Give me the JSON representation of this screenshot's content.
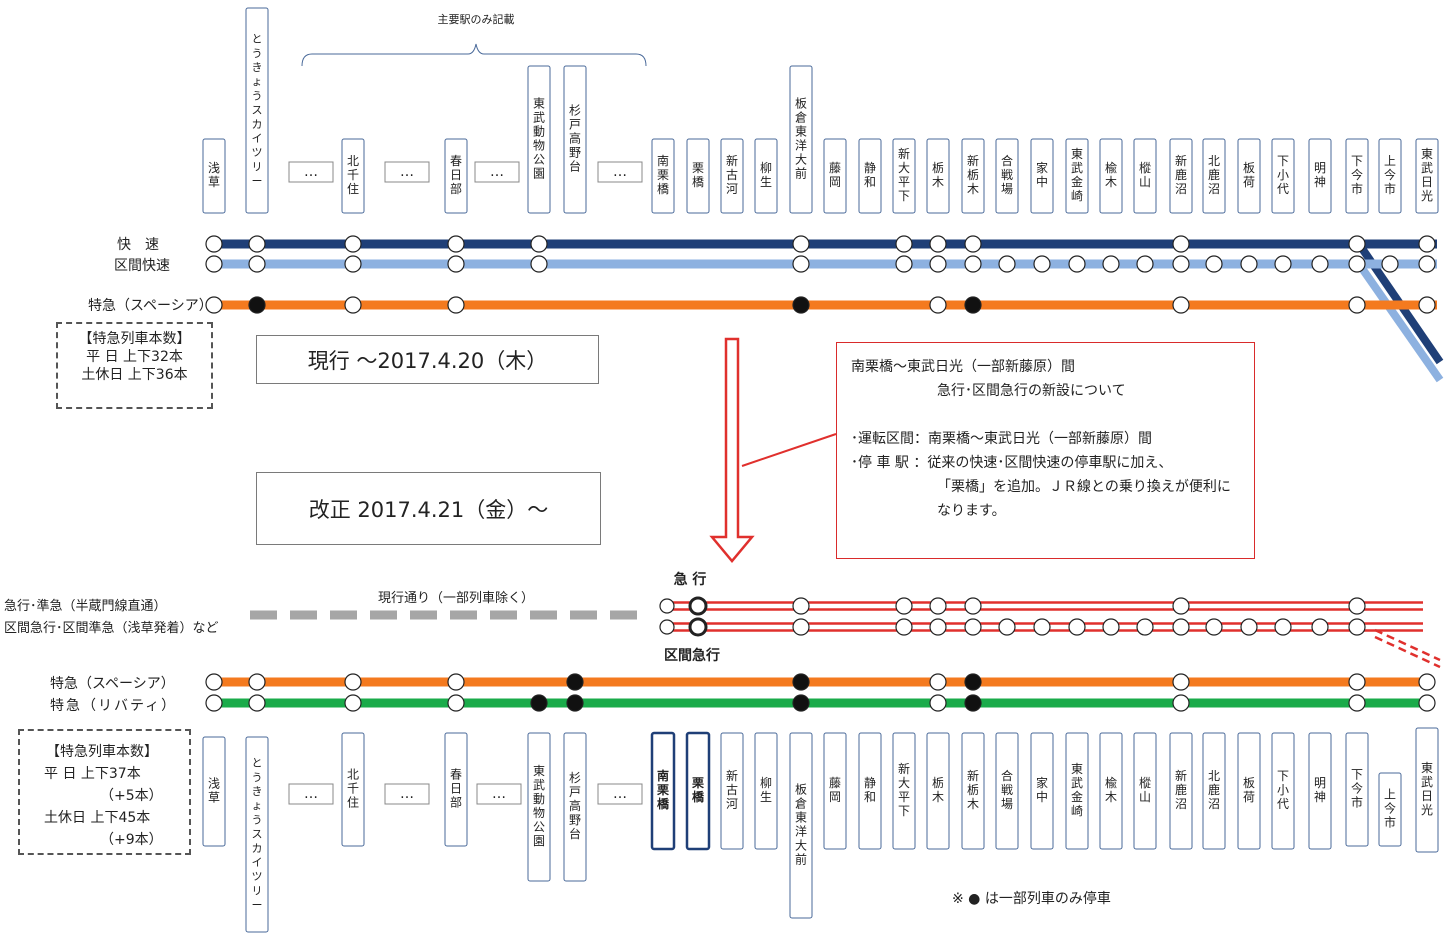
{
  "header": {
    "major_only_label": "主要駅のみ記載"
  },
  "current": {
    "period_label": "現行 ～2017.4.20（木）",
    "stations": [
      "浅草",
      "とうきょうスカイツリー",
      "…",
      "北千住",
      "…",
      "春日部",
      "…",
      "東武動物公園",
      "杉戸高野台",
      "…",
      "南栗橋",
      "栗橋",
      "新古河",
      "柳生",
      "板倉東洋大前",
      "藤岡",
      "静和",
      "新大平下",
      "栃木",
      "新栃木",
      "合戦場",
      "家中",
      "東武金崎",
      "楡木",
      "樅山",
      "新鹿沼",
      "北鹿沼",
      "板荷",
      "下小代",
      "明神",
      "下今市",
      "上今市",
      "東武日光"
    ],
    "trains": [
      {
        "name": "快　速",
        "color": "#1f3f77"
      },
      {
        "name": "区間快速",
        "color": "#8db1e0"
      },
      {
        "name": "特急（スペーシア）",
        "color": "#f47a1f"
      }
    ],
    "counts": {
      "title": "【特急列車本数】",
      "weekday": "平 日 上下32本",
      "holiday": "土休日 上下36本"
    }
  },
  "info": {
    "title": "南栗橋～東武日光（一部新藤原）間",
    "subtitle": "急行･区間急行の新設について",
    "route_line": "･運転区間：南栗橋～東武日光（一部新藤原）間",
    "stops_line": "･停 車 駅 ：従来の快速･区間快速の停車駅に加え、",
    "stops_line2": "「栗橋」を追加。ＪＲ線との乗り換えが便利に",
    "stops_line3": "なります。"
  },
  "revised": {
    "period_label": "改正 2017.4.21（金）～",
    "existing_note": "現行通り（一部列車除く）",
    "left_label_1": "急行･準急（半蔵門線直通）",
    "left_label_2": "区間急行･区間準急（浅草発着）など",
    "express_label": "急 行",
    "section_express_label": "区間急行",
    "trains": [
      {
        "name": "特急（スペーシア）",
        "color": "#f47a1f"
      },
      {
        "name": "特急（リバティ）",
        "color": "#1aab4a"
      }
    ],
    "stations": [
      "浅草",
      "とうきょうスカイツリー",
      "…",
      "北千住",
      "…",
      "春日部",
      "…",
      "東武動物公園",
      "杉戸高野台",
      "…",
      "南栗橋",
      "栗橋",
      "新古河",
      "柳生",
      "板倉東洋大前",
      "藤岡",
      "静和",
      "新大平下",
      "栃木",
      "新栃木",
      "合戦場",
      "家中",
      "東武金崎",
      "楡木",
      "樅山",
      "新鹿沼",
      "北鹿沼",
      "板荷",
      "下小代",
      "明神",
      "下今市",
      "上今市",
      "東武日光"
    ],
    "highlighted": [
      "南栗橋",
      "栗橋"
    ],
    "counts": {
      "title": "【特急列車本数】",
      "weekday": "平 日 上下37本",
      "weekday_delta": "（+5本）",
      "holiday": "土休日 上下45本",
      "holiday_delta": "（+9本）"
    }
  },
  "footnote": "※ ● は一部列車のみ停車",
  "colors": {
    "express_red": "#e0302d",
    "arrow_red": "#e0302d",
    "gray_dash": "#a6a6a6",
    "box_border": "#1f3f77"
  }
}
